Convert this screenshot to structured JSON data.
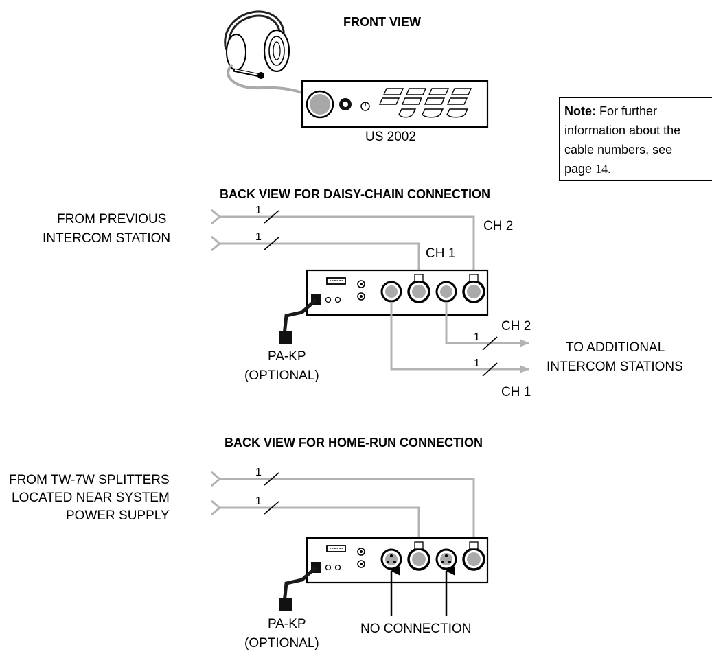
{
  "front": {
    "heading": "FRONT VIEW",
    "model": "US 2002"
  },
  "note": {
    "label": "Note:",
    "text_1": "For further",
    "text_2": "information about the",
    "text_3": "cable numbers, see",
    "text_4": "page",
    "page": "14."
  },
  "daisy": {
    "heading": "BACK VIEW FOR DAISY-CHAIN CONNECTION",
    "from_1": "FROM PREVIOUS",
    "from_2": "INTERCOM STATION",
    "ch2_in": "CH 2",
    "ch1_in": "CH 1",
    "ch2_out": "CH 2",
    "ch1_out": "CH 1",
    "to_1": "TO ADDITIONAL",
    "to_2": "INTERCOM STATIONS",
    "pakp_1": "PA-KP",
    "pakp_2": "(OPTIONAL)",
    "cable_num": "1"
  },
  "homerun": {
    "heading": "BACK VIEW FOR HOME-RUN CONNECTION",
    "from_1": "FROM TW-7W SPLITTERS",
    "from_2": "LOCATED NEAR SYSTEM",
    "from_3": "POWER SUPPLY",
    "no_conn": "NO CONNECTION",
    "pakp_1": "PA-KP",
    "pakp_2": "(OPTIONAL)",
    "cable_num": "1"
  }
}
